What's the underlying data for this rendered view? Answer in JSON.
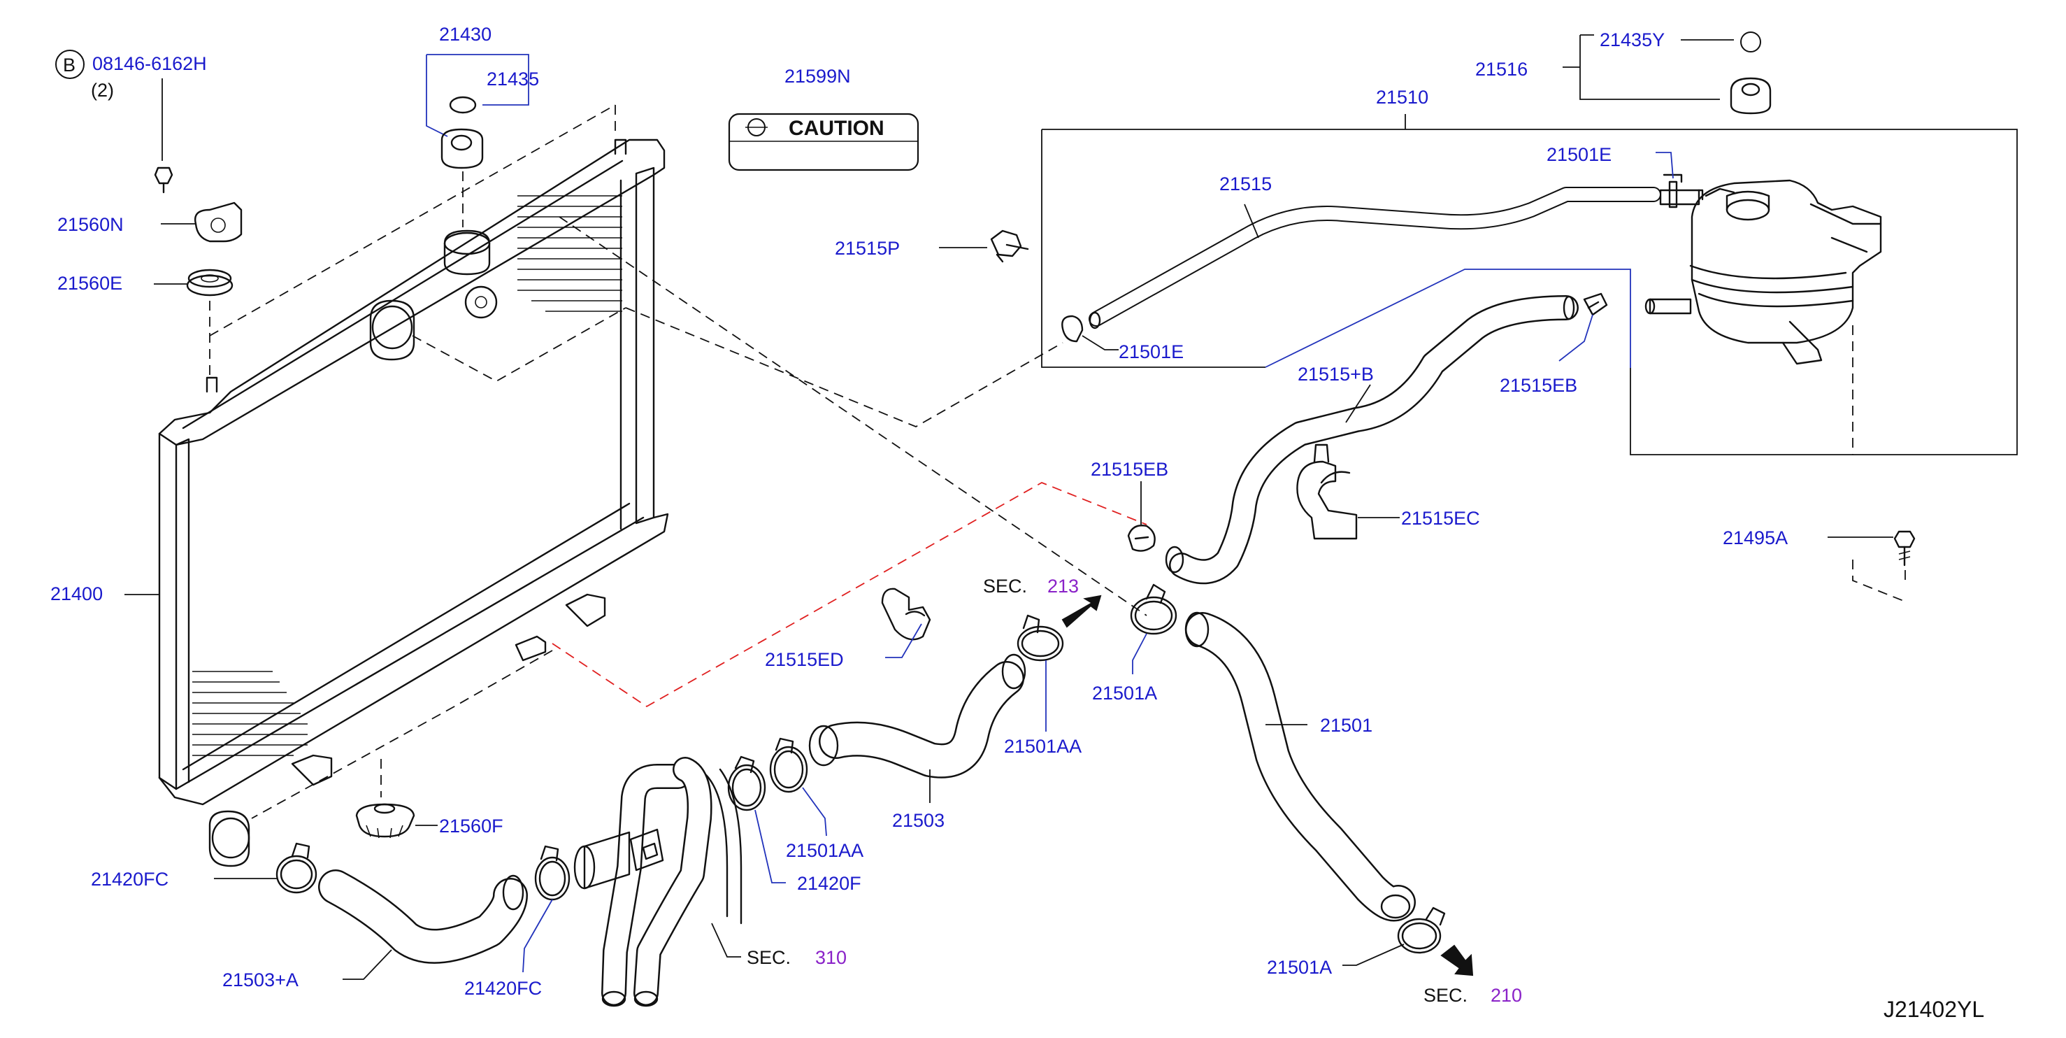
{
  "diagram": {
    "reference_code": "J21402YL",
    "bolt_marker": "B",
    "bolt_number": "08146-6162H",
    "bolt_qty": "(2)",
    "caution_text": "CAUTION",
    "parts": {
      "p21430": "21430",
      "p21435": "21435",
      "p21599N": "21599N",
      "p21560N": "21560N",
      "p21560E": "21560E",
      "p21400": "21400",
      "p21560F": "21560F",
      "p21420FC_left": "21420FC",
      "p21420FC_bottom": "21420FC",
      "p21503A": "21503+A",
      "p21420F": "21420F",
      "p21501AA_lower": "21501AA",
      "p21503": "21503",
      "p21501AA_upper": "21501AA",
      "p21515ED": "21515ED",
      "p21501A_upper": "21501A",
      "p21501": "21501",
      "p21501A_lower": "21501A",
      "p21515EB_mid": "21515EB",
      "p21515EC": "21515EC",
      "p21515B": "21515+B",
      "p21515EB_right": "21515EB",
      "p21495A": "21495A",
      "p21510": "21510",
      "p21516": "21516",
      "p21435Y": "21435Y",
      "p21501E_top": "21501E",
      "p21515": "21515",
      "p21515P": "21515P",
      "p21501E_left": "21501E"
    },
    "sections": {
      "sec213": {
        "label": "SEC.",
        "num": "213"
      },
      "sec310": {
        "label": "SEC.",
        "num": "310"
      },
      "sec210": {
        "label": "SEC.",
        "num": "210"
      }
    }
  }
}
